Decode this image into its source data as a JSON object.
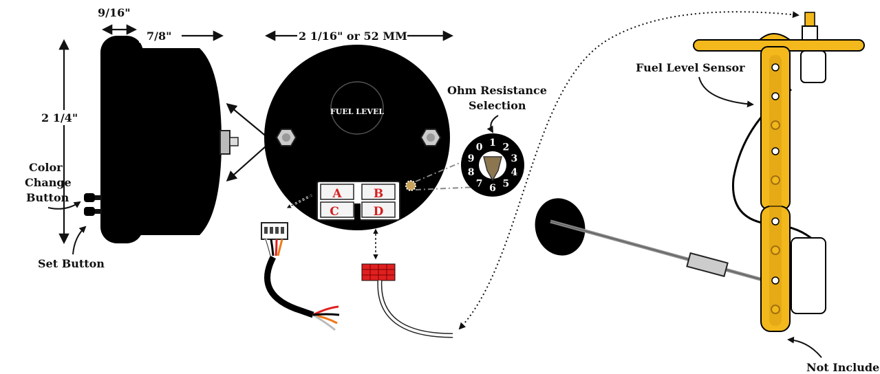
{
  "dimensions": {
    "bezel_width": "9/16\"",
    "body_depth": "7/8\"",
    "diameter": "2 1/16\" or 52 MM",
    "height": "2 1/4\""
  },
  "gauge": {
    "face_label": "FUEL LEVEL",
    "connector_pins": [
      "A",
      "B",
      "C",
      "D"
    ]
  },
  "labels": {
    "ohm_line1": "Ohm Resistance",
    "ohm_line2": "Selection",
    "color_line1": "Color",
    "color_line2": "Change",
    "color_line3": "Button",
    "set_button": "Set Button",
    "fuel_sensor": "Fuel Level Sensor",
    "not_included": "Not Included"
  },
  "dial_numbers": [
    "0",
    "1",
    "2",
    "3",
    "4",
    "5",
    "6",
    "7",
    "8",
    "9"
  ],
  "colors": {
    "sensor_body": "#f2b81c",
    "connector_red": "#e02020",
    "pin_letter": "#d42020",
    "gauge_black": "#000000"
  }
}
